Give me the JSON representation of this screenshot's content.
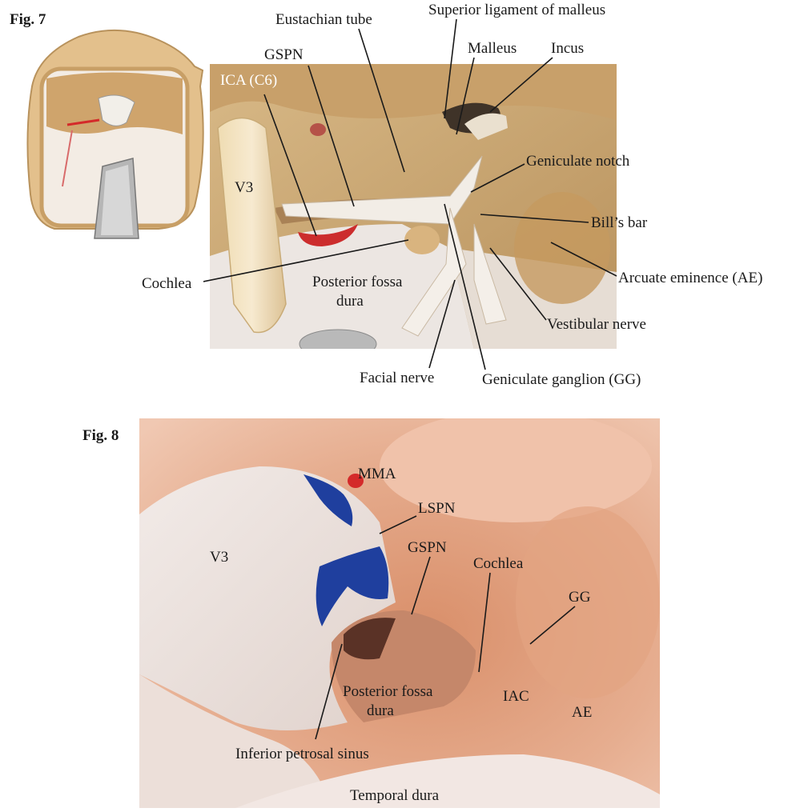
{
  "fig7": {
    "title": "Fig. 7",
    "labels": {
      "eustachian_tube": "Eustachian tube",
      "superior_ligament": "Superior ligament of malleus",
      "gspn": "GSPN",
      "malleus": "Malleus",
      "incus": "Incus",
      "ica": "ICA (C6)",
      "v3": "V3",
      "geniculate_notch": "Geniculate notch",
      "bills_bar": "Bill’s bar",
      "arcuate_eminence": "Arcuate eminence (AE)",
      "cochlea": "Cochlea",
      "posterior_fossa_1": "Posterior fossa",
      "posterior_fossa_2": "dura",
      "vestibular_nerve": "Vestibular nerve",
      "facial_nerve": "Facial nerve",
      "geniculate_ganglion": "Geniculate ganglion (GG)"
    }
  },
  "fig8": {
    "title": "Fig. 8",
    "labels": {
      "mma": "MMA",
      "lspn": "LSPN",
      "gspn": "GSPN",
      "v3": "V3",
      "cochlea": "Cochlea",
      "gg": "GG",
      "posterior_fossa_1": "Posterior fossa",
      "posterior_fossa_2": "dura",
      "iac": "IAC",
      "ae": "AE",
      "inferior_petrosal_sinus": "Inferior petrosal sinus",
      "temporal_dura": "Temporal dura"
    }
  },
  "colors": {
    "bone": "#c9a877",
    "dura": "#efe6e0",
    "tissue": "#e4a98a",
    "vein_blue": "#1f3f9e",
    "artery_red": "#d42a2a"
  }
}
